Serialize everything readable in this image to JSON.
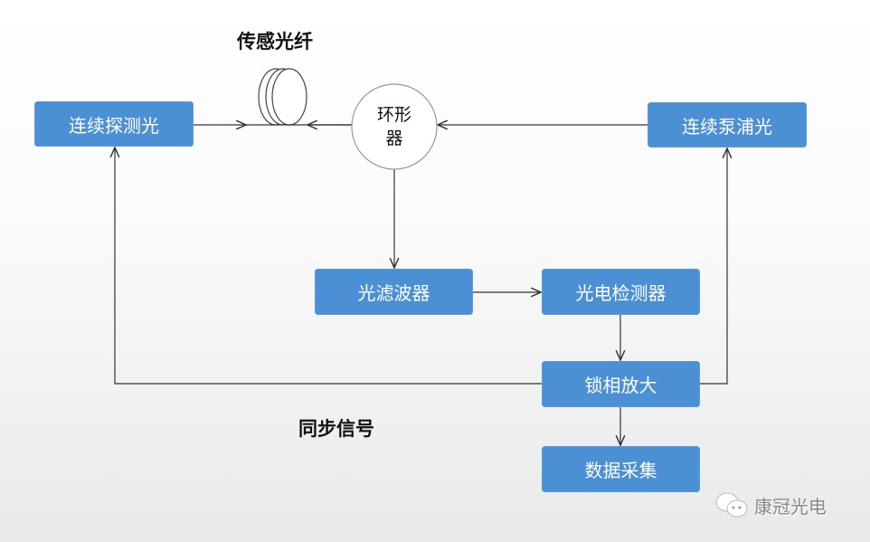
{
  "title": "传感光纤",
  "sync_label": "同步信号",
  "nodes": {
    "probe": "连续探测光",
    "pump": "连续泵浦光",
    "circulator": "环形器",
    "filter": "光滤波器",
    "detector": "光电检测器",
    "lockin": "锁相放大",
    "daq": "数据采集"
  },
  "watermark": "康冠光电",
  "colors": {
    "box": "#4b8fd5",
    "line": "#333333"
  }
}
